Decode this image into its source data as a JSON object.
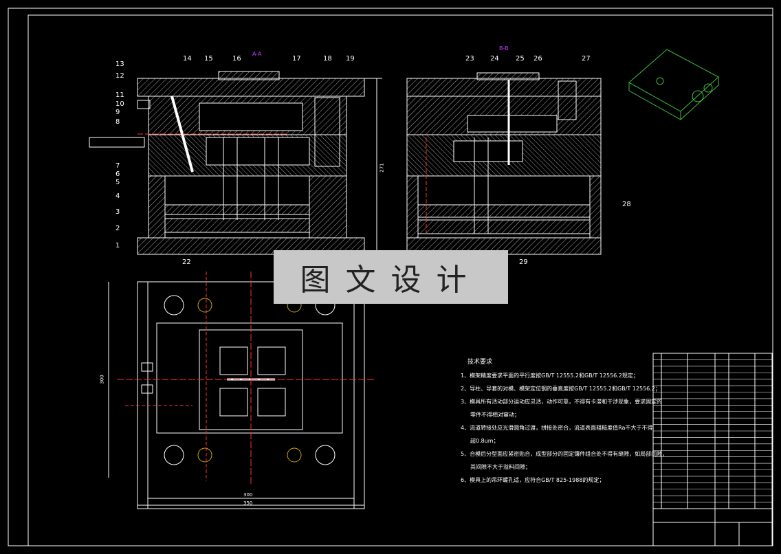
{
  "watermark": {
    "text": "图文设计"
  },
  "views": {
    "section_a": "A-A",
    "section_b": "B-B"
  },
  "balloons_left": [
    "13",
    "12",
    "11",
    "10",
    "9",
    "8",
    "7",
    "6",
    "5",
    "4",
    "3",
    "2",
    "1"
  ],
  "balloons_top_a": [
    "14",
    "15",
    "16",
    "17",
    "18",
    "19"
  ],
  "balloons_top_b": [
    "23",
    "24",
    "25",
    "26",
    "27"
  ],
  "balloon_22": "22",
  "balloon_28": "28",
  "balloon_29": "29",
  "dimensions": {
    "height": "271",
    "width_inner": "300",
    "width_outer": "350",
    "plan_height": "300"
  },
  "tech_notes": {
    "title": "技术要求",
    "items": [
      "1、模架精度要求平面的平行度按GB/T 12555.2和GB/T 12556.2规定；",
      "2、导柱、导套的对模、模架定位钢的垂直度按GB/T 12555.2和GB/T 12556.2；",
      "3、模具所有活动部分运动应灵活，动作可靠，不得有卡滞和干涉现象，要求固定的",
      "零件不得相对窜动；",
      "4、流道转接处应光滑圆角过渡，拼接处密合，流道表面粗糙度值Ra不大于不得",
      "超0.8um；",
      "5、合模后分型面应紧密贴合，成型部分的固定镶件组合处不得有缝隙，如局部间隙，",
      "其间隙不大于溢料间隙；",
      "6、模具上的吊环螺孔适，应符合GB/T 825-1988的规定；"
    ]
  },
  "title_block": {
    "rows": 24
  },
  "colors": {
    "line": "#ffffff",
    "section": "#c03cff",
    "center": "#ff3030",
    "iso": "#40c040",
    "hatch": "#bbbbbb"
  }
}
